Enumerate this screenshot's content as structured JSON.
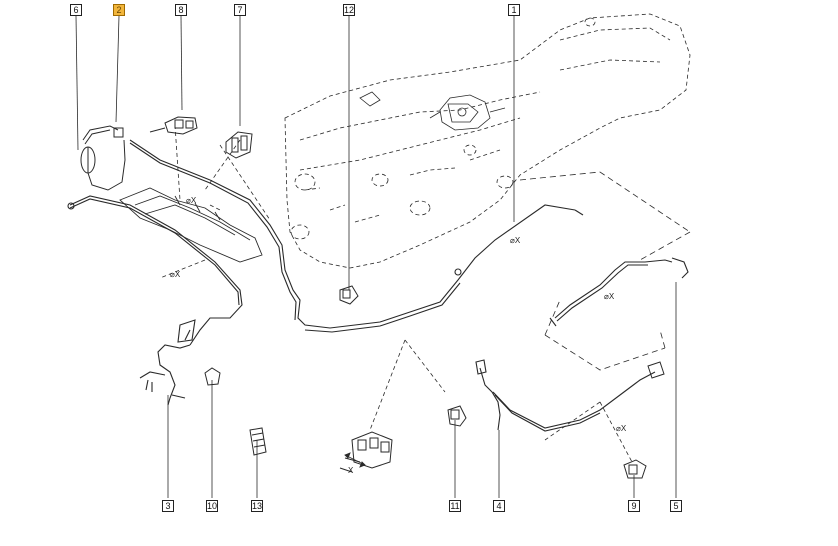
{
  "diagram": {
    "callouts": [
      {
        "id": "6",
        "label": "6",
        "highlighted": false
      },
      {
        "id": "2",
        "label": "2",
        "highlighted": true
      },
      {
        "id": "8",
        "label": "8",
        "highlighted": false
      },
      {
        "id": "7",
        "label": "7",
        "highlighted": false
      },
      {
        "id": "12",
        "label": "12",
        "highlighted": false
      },
      {
        "id": "1",
        "label": "1",
        "highlighted": false
      },
      {
        "id": "3",
        "label": "3",
        "highlighted": false
      },
      {
        "id": "10",
        "label": "10",
        "highlighted": false
      },
      {
        "id": "13",
        "label": "13",
        "highlighted": false
      },
      {
        "id": "11",
        "label": "11",
        "highlighted": false
      },
      {
        "id": "4",
        "label": "4",
        "highlighted": false
      },
      {
        "id": "9",
        "label": "9",
        "highlighted": false
      },
      {
        "id": "5",
        "label": "5",
        "highlighted": false
      }
    ],
    "dimension_labels": [
      "⌀X",
      "⌀X",
      "⌀X",
      "⌀X",
      "⌀X",
      "X"
    ],
    "colors": {
      "line": "#2a2a2a",
      "highlight": "#f2b63c",
      "background": "#ffffff"
    }
  }
}
